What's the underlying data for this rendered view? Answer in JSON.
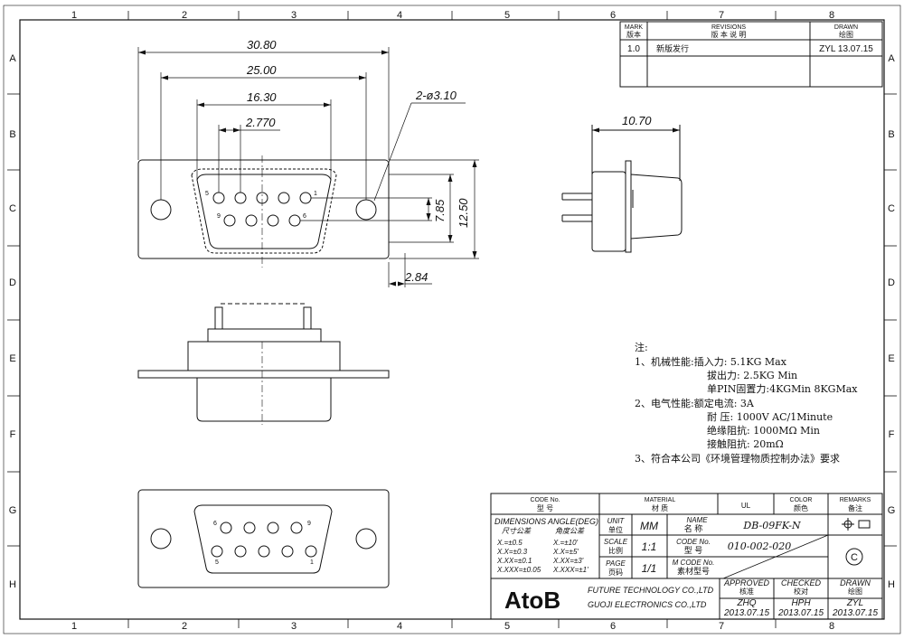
{
  "frame": {
    "columns": [
      "1",
      "2",
      "3",
      "4",
      "5",
      "6",
      "7",
      "8"
    ],
    "rows": [
      "A",
      "B",
      "C",
      "D",
      "E",
      "F",
      "G",
      "H"
    ]
  },
  "revisions": {
    "mark_en": "MARK",
    "mark_cn": "版本",
    "revisions_en": "REVISIONS",
    "revisions_cn": "版  本  说  明",
    "drawn_en": "DRAWN",
    "drawn_cn": "绘图",
    "rev": "1.0",
    "desc": "新版发行",
    "drawn_by": "ZYL  13.07.15"
  },
  "dimensions": {
    "d1": "30.80",
    "d2": "25.00",
    "d3": "16.30",
    "d4": "2.770",
    "hole": "2-ø3.10",
    "h1": "7.85",
    "h2": "12.50",
    "offset": "2.84",
    "depth": "10.70"
  },
  "pins": {
    "front_top_left": "5",
    "front_top_right": "1",
    "front_bottom_left": "9",
    "front_bottom_right": "6",
    "back_top_left": "6",
    "back_top_right": "9",
    "back_bottom_left": "5",
    "back_bottom_right": "1"
  },
  "notes": {
    "title": "注:",
    "lines": [
      "1、机械性能:插入力: 5.1KG Max",
      "拔出力: 2.5KG Min",
      "单PIN固置力:4KGMin 8KGMax",
      "2、电气性能:额定电流: 3A",
      "耐    压: 1000V AC/1Minute",
      "绝缘阻抗: 1000MΩ  Min",
      "接触阻抗: 20mΩ",
      "3、符合本公司《环境管理物质控制办法》要求"
    ]
  },
  "titleblock": {
    "code_no_en": "CODE No.",
    "code_no_cn": "型    号",
    "material_en": "MATERIAL",
    "material_cn": "材  质",
    "ul": "UL",
    "color_en": "COLOR",
    "color_cn": "颜色",
    "remarks_en": "REMARKS",
    "remarks_cn": "备注",
    "dimensions_en": "DIMENSIONS",
    "dimensions_cn": "尺寸公差",
    "angle_en": "ANGLE(DEG)",
    "angle_cn": "角度公差",
    "tol1": "X.=±0.5",
    "tol2": "X.X=±0.3",
    "tol3": "X.XX=±0.1",
    "tol4": "X.XXX=±0.05",
    "ang1": "X.=±10'",
    "ang2": "X.X=±5'",
    "ang3": "X.XX=±3'",
    "ang4": "X.XXX=±1'",
    "unit_en": "UNIT",
    "unit_cn": "单位",
    "unit_val": "MM",
    "name_en": "NAME",
    "name_cn": "名  称",
    "name_val": "DB-09FK-N",
    "scale_en": "SCALE",
    "scale_cn": "比例",
    "scale_val": "1:1",
    "code_en2": "CODE No.",
    "code_cn2": "型    号",
    "code_val": "010-002-020",
    "page_en": "PAGE",
    "page_cn": "页码",
    "page_val": "1/1",
    "mcode_en": "M CODE No.",
    "mcode_cn": "素材型号",
    "logo": "AtoB",
    "company1": "FUTURE TECHNOLOGY CO.,LTD",
    "company2": "GUOJI ELECTRONICS CO.,LTD",
    "approved_en": "APPROVED",
    "approved_cn": "核准",
    "approved_by": "ZHQ",
    "approved_date": "2013.07.15",
    "checked_en": "CHECKED",
    "checked_cn": "校对",
    "checked_by": "HPH",
    "checked_date": "2013.07.15",
    "drawn_en": "DRAWN",
    "drawn_cn": "绘图",
    "drawn_by": "ZYL",
    "drawn_date": "2013.07.15",
    "c_mark": "C"
  }
}
